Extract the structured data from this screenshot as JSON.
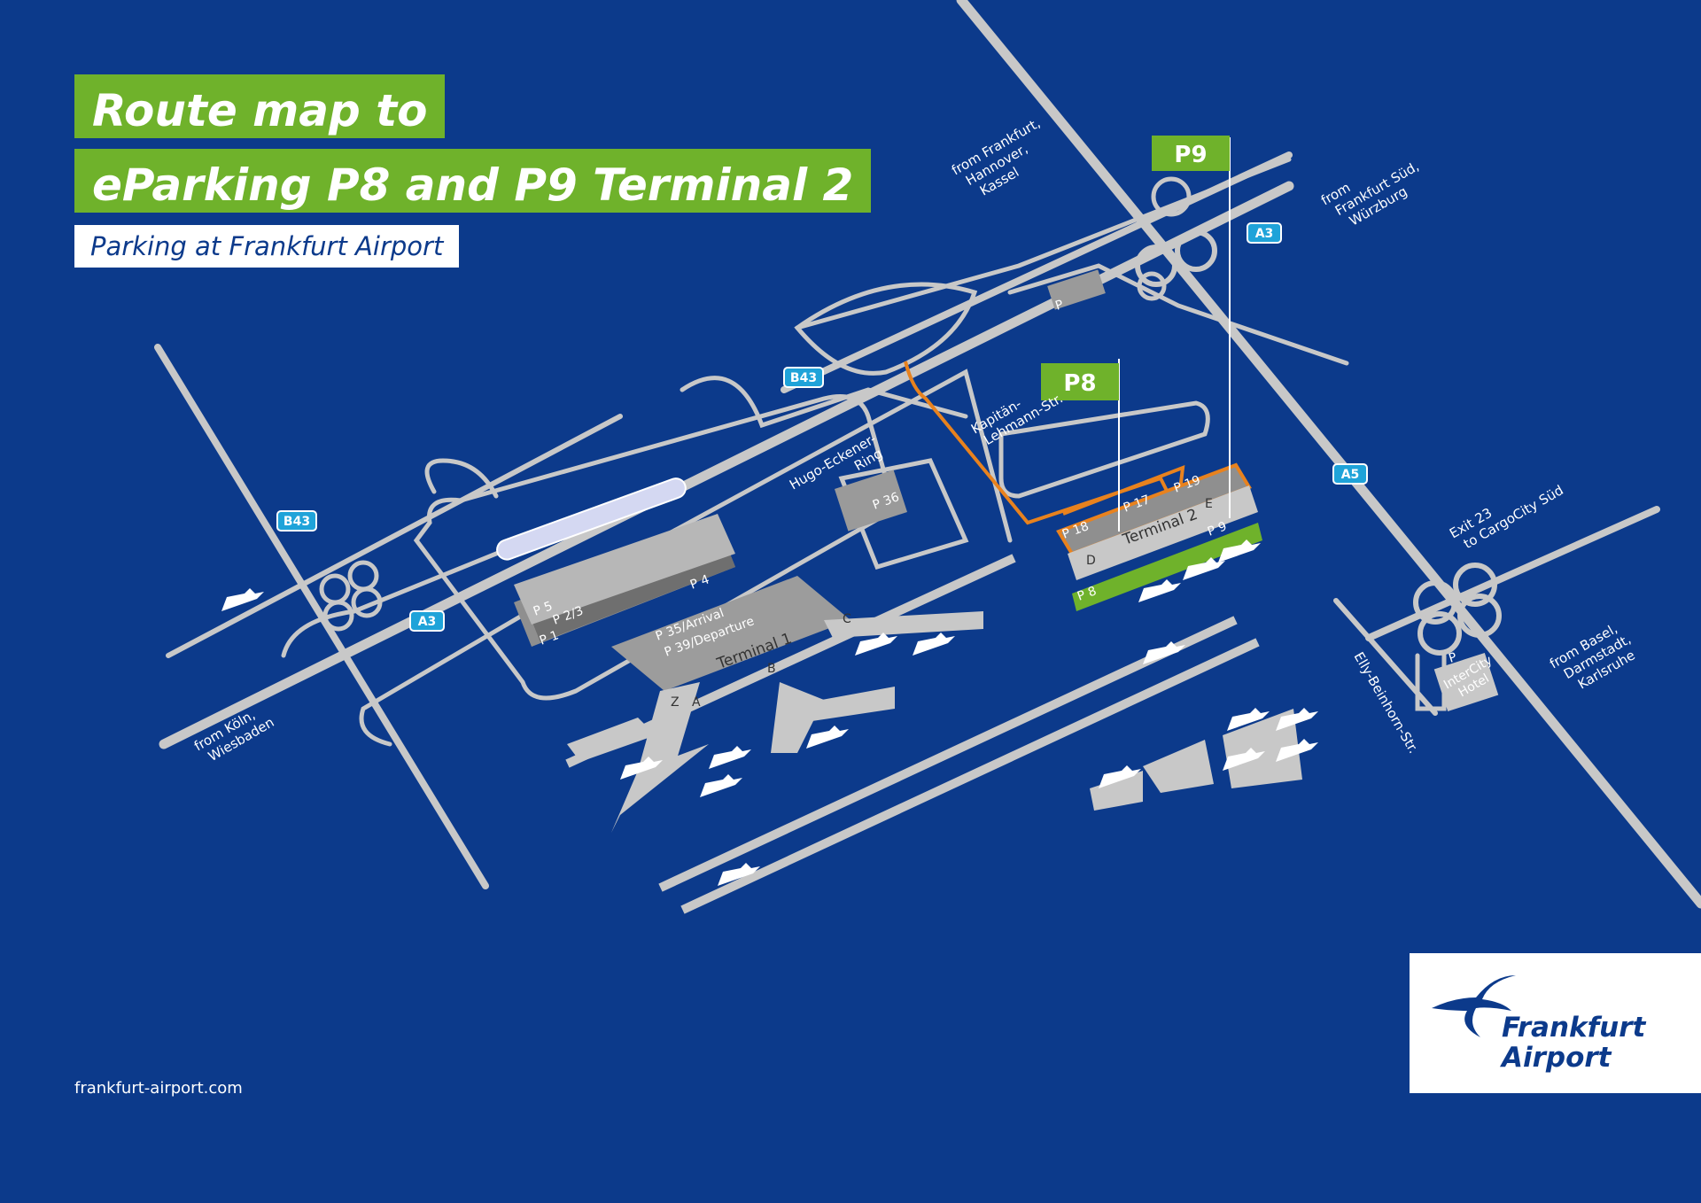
{
  "title": {
    "line1": "Route map to",
    "line2": "eParking P8 and P9 Terminal 2",
    "subtitle": "Parking at Frankfurt Airport"
  },
  "website": "frankfurt-airport.com",
  "logo": {
    "line1": "Frankfurt",
    "line2": "Airport"
  },
  "colors": {
    "background": "#0c3a8b",
    "green": "#6fb22b",
    "road": "#c8c8c8",
    "route": "#e8821e",
    "highway_sign": "#1fa3d9"
  },
  "signs": {
    "p8": "P8",
    "p9": "P9"
  },
  "highway_shields": {
    "a3_top": "A3",
    "a3_left": "A3",
    "a5": "A5",
    "b43_left": "B43",
    "b43_mid": "B43"
  },
  "directions": {
    "frankfurt_north": [
      "from Frankfurt,",
      "Hannover,",
      "Kassel"
    ],
    "frankfurt_sued": [
      "from",
      "Frankfurt Süd,",
      "Würzburg"
    ],
    "koeln": [
      "from Köln,",
      "Wiesbaden"
    ],
    "basel": [
      "from Basel,",
      "Darmstadt,",
      "Karlsruhe"
    ],
    "exit23": [
      "Exit 23",
      "to CargoCity Süd"
    ]
  },
  "streets": {
    "kapitaen": [
      "Kapitän-",
      "Lehmann-Str."
    ],
    "hugo": [
      "Hugo-Eckener-",
      "Ring"
    ],
    "elly": "Elly-Beinhorn-Str."
  },
  "parking_labels": {
    "p5": "P 5",
    "p23": "P 2/3",
    "p1": "P 1",
    "p4": "P 4",
    "p35": "P 35/Arrival",
    "p39": "P 39/Departure",
    "p36": "P 36",
    "p18": "P 18",
    "p17": "P 17",
    "p19": "P 19",
    "p8": "P 8",
    "p9": "P 9",
    "p_top": "P",
    "p_hotel": "P"
  },
  "terminals": {
    "t1": "Terminal 1",
    "t2": "Terminal 2"
  },
  "piers": {
    "a": "A",
    "b": "B",
    "c": "C",
    "z": "Z",
    "d": "D",
    "e": "E"
  },
  "hotel": [
    "InterCity",
    "Hotel"
  ]
}
